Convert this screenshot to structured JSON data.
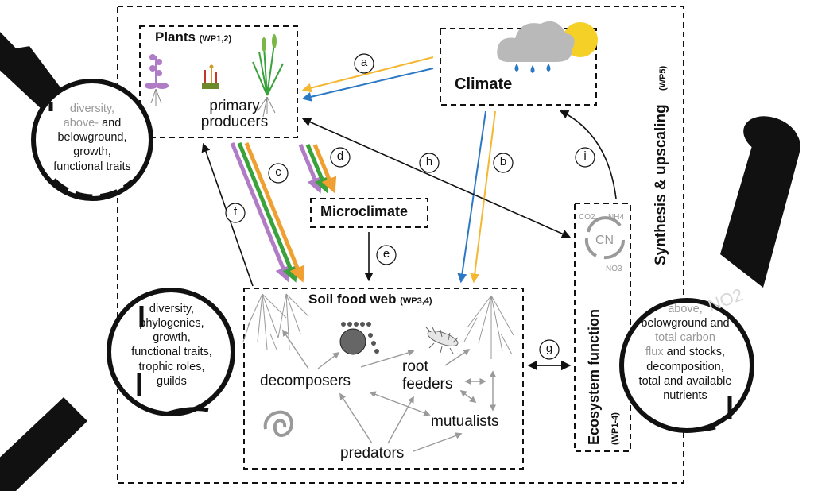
{
  "plants": {
    "title": "Plants",
    "wp": "(WP1,2)",
    "line1": "primary",
    "line2": "producers"
  },
  "climate": {
    "title": "Climate"
  },
  "microclimate": {
    "title": "Microclimate"
  },
  "soil": {
    "title": "Soil food web",
    "wp": "(WP3,4)",
    "decomposers": "decomposers",
    "root": "root",
    "feeders": "feeders",
    "mutualists": "mutualists",
    "predators": "predators"
  },
  "ecosystem": {
    "title": "Ecosystem function",
    "wp": "(WP1-4)",
    "cn": "CN",
    "co2": "CO2",
    "nh4": "NH4",
    "no3": "NO3"
  },
  "synthesis": {
    "title": "Synthesis & upscaling",
    "wp": "(WP5)"
  },
  "arrow_labels": {
    "a": "a",
    "b": "b",
    "c": "c",
    "d": "d",
    "e": "e",
    "f": "f",
    "g": "g",
    "h": "h",
    "i": "i"
  },
  "lens_left_top": {
    "l1": "diversity,",
    "l2a": "above-",
    "l2b": "and",
    "l3": "belowground,",
    "l4": "growth,",
    "l5": "functional traits"
  },
  "lens_left_bottom": {
    "l1": "diversity,",
    "l2": "phylogenies,",
    "l3": "growth,",
    "l4": "functional traits,",
    "l5": "trophic roles,",
    "l6": "guilds"
  },
  "lens_right": {
    "l1": "above,",
    "l2": "belowground and",
    "l3": "total carbon",
    "l4a": "flux",
    "l4b": "and stocks,",
    "l5": "decomposition,",
    "l6": "total and available",
    "l7": "nutrients",
    "watermark": "NO2"
  },
  "colors": {
    "yellow": "#f5b731",
    "blue": "#2b78c4",
    "green": "#3aa23a",
    "purple": "#b07cc6",
    "orange": "#f0a030",
    "grey": "#9a9a9a"
  }
}
